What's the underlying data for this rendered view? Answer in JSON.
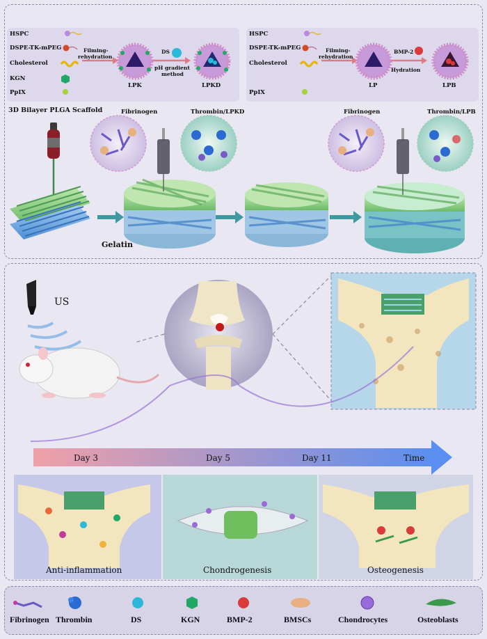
{
  "top": {
    "left_box": {
      "components": [
        "HSPC",
        "DSPE-TK-mPEG",
        "Cholesterol",
        "KGN",
        "PpIX"
      ],
      "arrow1_label": "Filming-rehydration",
      "arrow1_line1": "Filming-",
      "arrow1_line2": "rehydration",
      "arrow2_top": "DS",
      "arrow2_bottom_line1": "pH gradient",
      "arrow2_bottom_line2": "method",
      "product1": "LPK",
      "product2": "LPKD"
    },
    "right_box": {
      "components": [
        "HSPC",
        "DSPE-TK-mPEG",
        "Cholesterol",
        "PpIX"
      ],
      "arrow1_line1": "Filming-",
      "arrow1_line2": "rehydration",
      "arrow2_top": "BMP-2",
      "arrow2_bottom": "Hydration",
      "product1": "LP",
      "product2": "LPB"
    },
    "scaffold_title": "3D Bilayer PLGA Scaffold",
    "fibrinogen_1": "Fibrinogen",
    "thrombin_1": "Thrombin/LPKD",
    "fibrinogen_2": "Fibrinogen",
    "thrombin_2": "Thrombin/LPB",
    "gelatin": "Gelatin"
  },
  "middle": {
    "us_label": "US"
  },
  "timeline": {
    "ticks": [
      "Day 3",
      "Day 5",
      "Day 11",
      "Time"
    ]
  },
  "phases": [
    "Anti-inflammation",
    "Chondrogenesis",
    "Osteogenesis"
  ],
  "legend": [
    "Fibrinogen",
    "Thrombin",
    "DS",
    "KGN",
    "BMP-2",
    "BMSCs",
    "Chondrocytes",
    "Osteoblasts"
  ],
  "colors": {
    "background": "#e9e7f1",
    "arrow_start": "#f0a0a8",
    "arrow_end": "#5a8ef0",
    "scaffold_green": "#8fd08a",
    "scaffold_blue": "#6aa6e0"
  }
}
